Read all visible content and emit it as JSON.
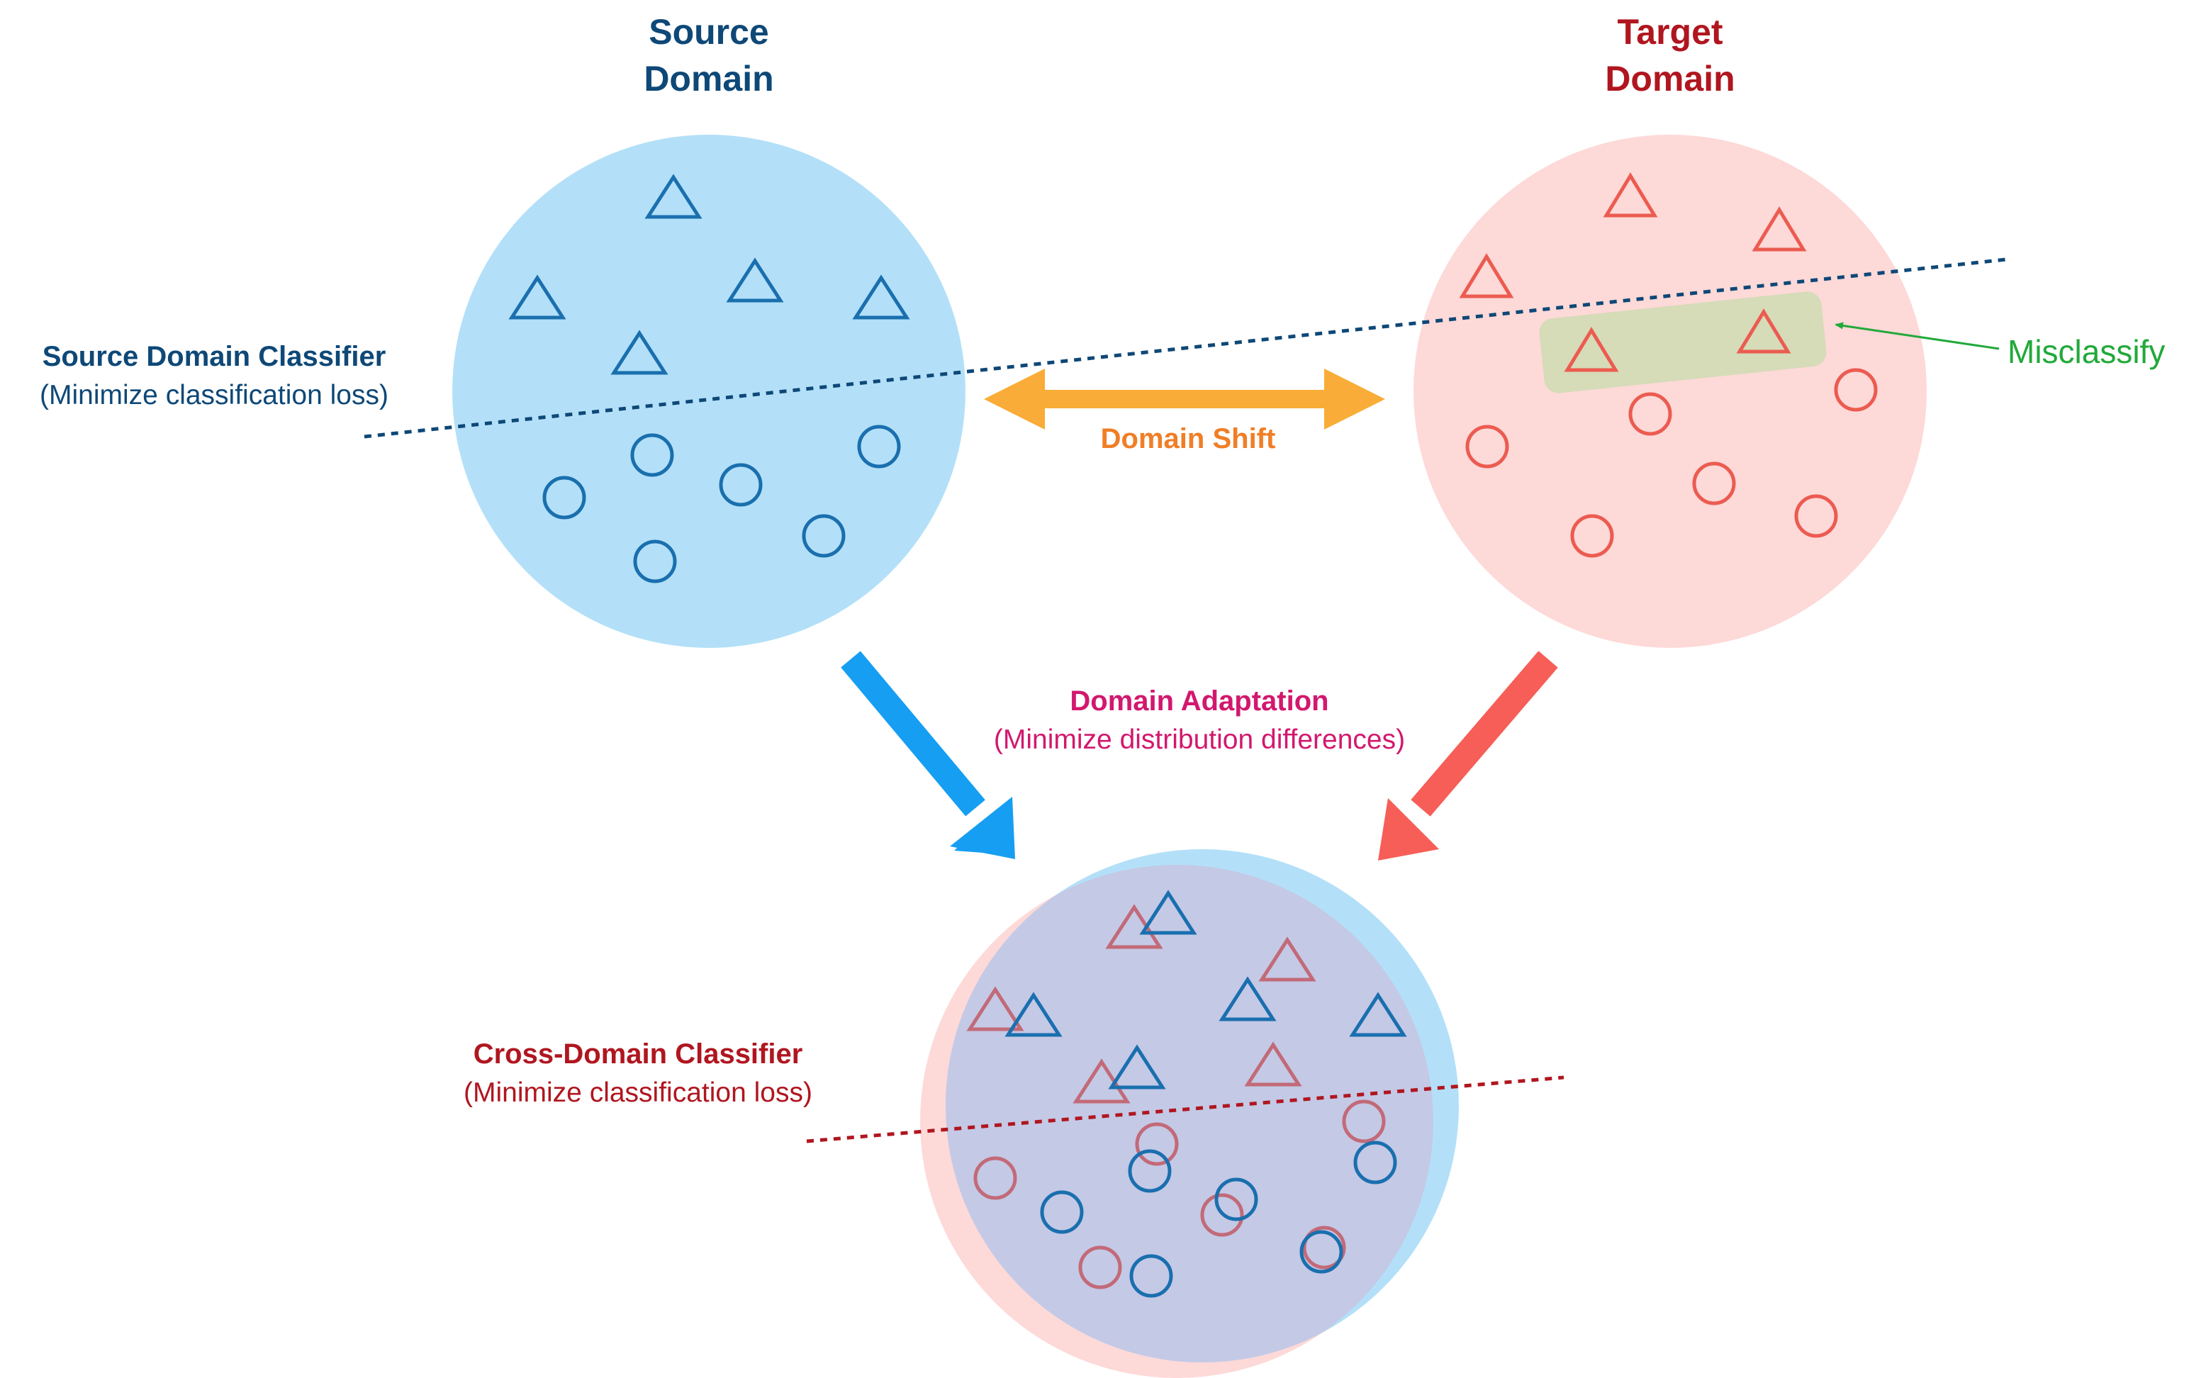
{
  "colors": {
    "source_fill": "#b3e0f8",
    "source_stroke": "#1a6fae",
    "source_title": "#0e4877",
    "target_fill": "#fdd9d8",
    "target_stroke": "#ec5b50",
    "target_title": "#b0161f",
    "merged_target_stroke": "#c26a78",
    "overlap_fill": "#c4c9e6",
    "shift": "#f9ac37",
    "shift_text": "#f07e26",
    "adapt_text": "#d2186e",
    "arrow_blue": "#169ef2",
    "arrow_red": "#f65e57",
    "misclassify": "#21a93a",
    "highlight": "#d6dbb8",
    "source_line": "#0e4877",
    "cross_line": "#b0161f"
  },
  "source_domain": {
    "title_line1": "Source",
    "title_line2": "Domain"
  },
  "target_domain": {
    "title_line1": "Target",
    "title_line2": "Domain"
  },
  "source_classifier": {
    "title": "Source Domain Classifier",
    "subtitle": "(Minimize classification loss)"
  },
  "domain_shift": {
    "label": "Domain Shift"
  },
  "misclassify": {
    "label": "Misclassify"
  },
  "domain_adaptation": {
    "title": "Domain Adaptation",
    "subtitle": "(Minimize distribution differences)"
  },
  "cross_classifier": {
    "title": "Cross-Domain Classifier",
    "subtitle": "(Minimize classification loss)"
  }
}
